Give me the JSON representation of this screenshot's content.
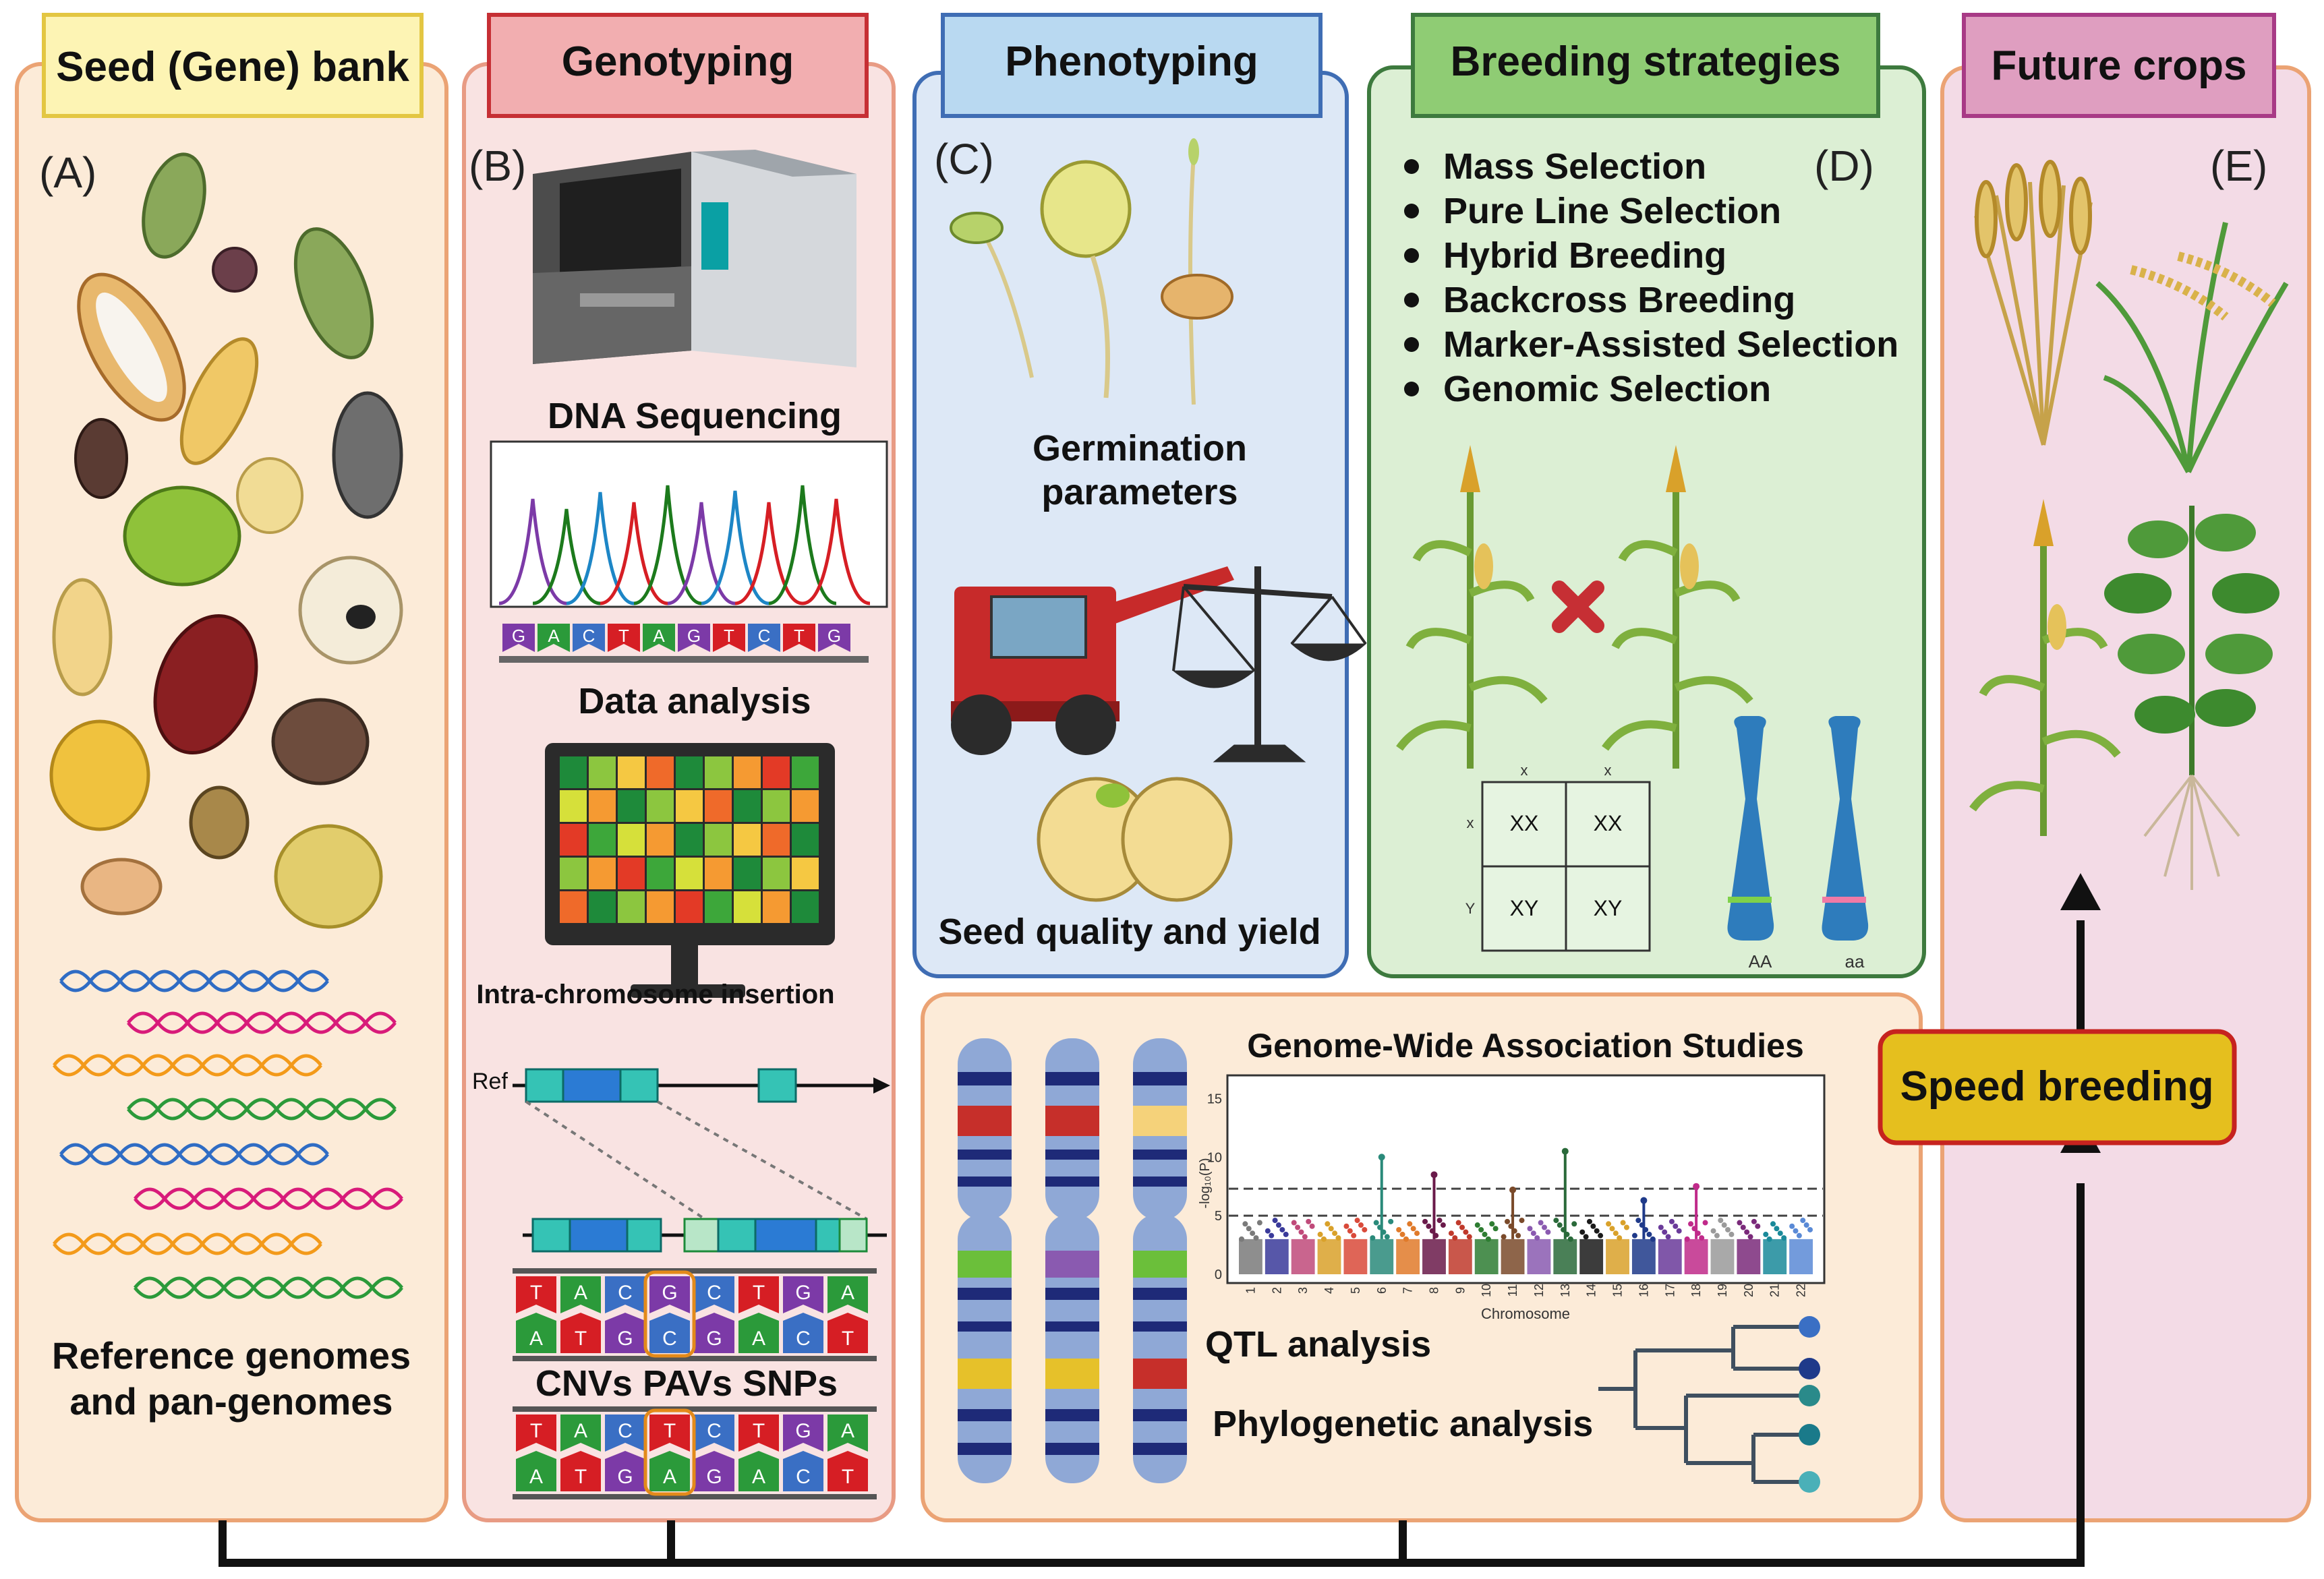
{
  "panels": {
    "seedbank": {
      "title": "Seed (Gene) bank",
      "letter": "(A)",
      "caption_line1": "Reference genomes",
      "caption_line2": "and pan-genomes"
    },
    "genotyping": {
      "title": "Genotyping",
      "letter": "(B)",
      "dna_label": "DNA Sequencing",
      "bases": [
        "G",
        "A",
        "C",
        "T",
        "A",
        "G",
        "T",
        "C",
        "T",
        "G"
      ],
      "data_label": "Data analysis",
      "insertion_label": "Intra-chromosome insertion",
      "ref_label": "Ref",
      "variants_label": "CNVs PAVs SNPs",
      "seq_top_1": [
        "T",
        "A",
        "C",
        "G",
        "C",
        "T",
        "G",
        "A"
      ],
      "seq_bottom_1": [
        "A",
        "T",
        "G",
        "C",
        "G",
        "A",
        "C",
        "T"
      ],
      "seq_top_2": [
        "T",
        "A",
        "C",
        "T",
        "C",
        "T",
        "G",
        "A"
      ],
      "seq_bottom_2": [
        "A",
        "T",
        "G",
        "A",
        "G",
        "A",
        "C",
        "T"
      ]
    },
    "phenotyping": {
      "title": "Phenotyping",
      "letter": "(C)",
      "germ_line1": "Germination",
      "germ_line2": "parameters",
      "quality_label": "Seed quality and yield"
    },
    "breeding": {
      "title": "Breeding strategies",
      "letter": "(D)",
      "bullets": [
        "Mass Selection",
        "Pure Line Selection",
        "Hybrid Breeding",
        "Backcross Breeding",
        "Marker-Assisted Selection",
        "Genomic Selection"
      ],
      "punnett_col": [
        "x",
        "x"
      ],
      "punnett_row": [
        "x",
        "Y"
      ],
      "punnett_cells": [
        "XX",
        "XX",
        "XY",
        "XY"
      ],
      "chrom_labels": [
        "AA",
        "aa"
      ]
    },
    "future": {
      "title": "Future crops",
      "letter": "(E)"
    }
  },
  "gwas": {
    "title": "Genome-Wide Association Studies",
    "ylabel": "-log₁₀(P)",
    "xlabel": "Chromosome",
    "yticks": [
      "15",
      "10",
      "5",
      "0"
    ],
    "chromosomes": [
      "1",
      "2",
      "3",
      "4",
      "5",
      "6",
      "7",
      "8",
      "9",
      "10",
      "11",
      "12",
      "13",
      "14",
      "15",
      "16",
      "17",
      "18",
      "19",
      "20",
      "21",
      "22"
    ],
    "qtl_label": "QTL analysis",
    "phylo_label": "Phylogenetic analysis"
  },
  "speed_breeding": {
    "label": "Speed breeding"
  },
  "colors": {
    "seedbank_bg": "#fcebd8",
    "genotyping_bg": "#f9e3e2",
    "phenotyping_bg": "#dde8f6",
    "breeding_bg": "#dcefd4",
    "future_bg": "#f3dbe6",
    "gwas_bg": "#fcebd8",
    "speed_fill": "#e5bf1e",
    "speed_stroke": "#c6231f"
  }
}
